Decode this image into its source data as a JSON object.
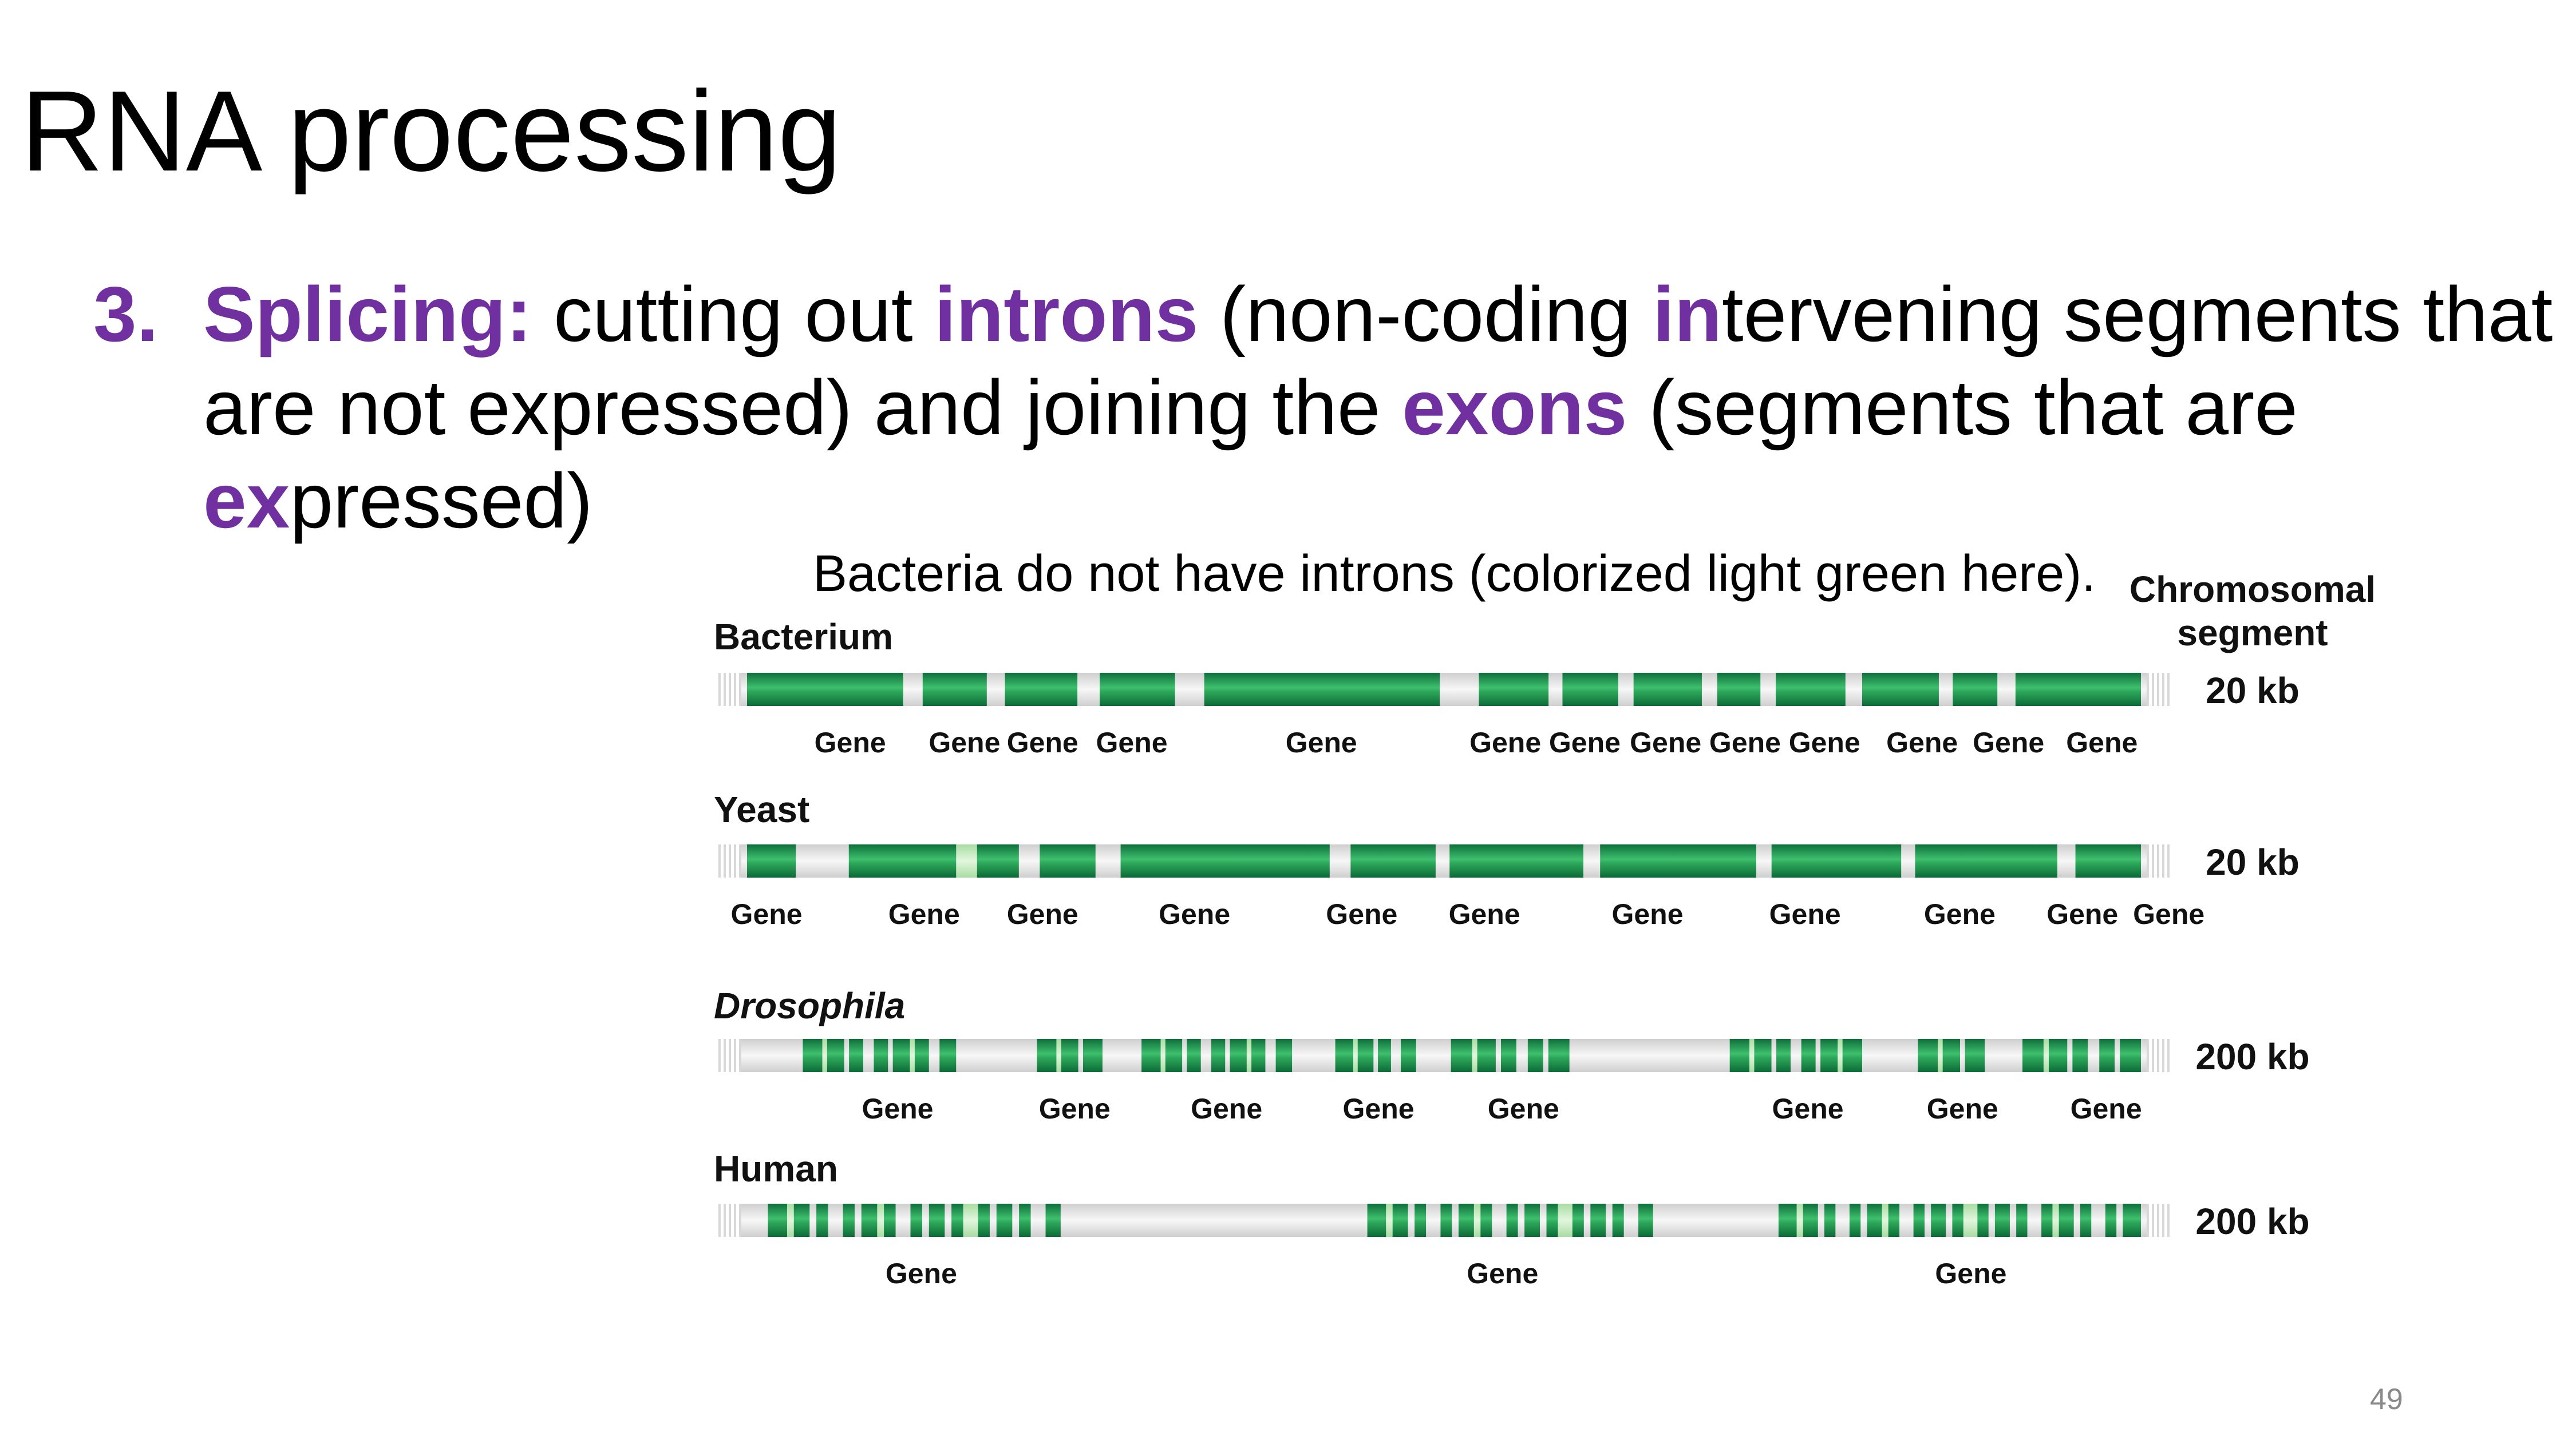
{
  "slide": {
    "title": "RNA processing",
    "bullet": {
      "number": "3.",
      "term": "Splicing:",
      "t1": " cutting out ",
      "introns": "introns",
      "t2": " (non-coding ",
      "in": "in",
      "t3": "tervening segments that are not expressed) and joining the ",
      "exons": "exons",
      "t4": " (segments that are ",
      "ex": "ex",
      "t5": "pressed)"
    },
    "caption": "Bacteria do not have introns (colorized light green here).",
    "page_number": "49"
  },
  "figure": {
    "header": "Chromosomal segment",
    "colors": {
      "exon": "#0b8a45",
      "intron": "#c8ecc4",
      "spacer": "#e6e6e6"
    },
    "rows": [
      {
        "label": "Bacterium",
        "italic": false,
        "size": "20 kb",
        "gene_label": "Gene",
        "blocks": [
          [
            0.0,
            0.112
          ],
          [
            0.126,
            0.172
          ],
          [
            0.185,
            0.237
          ],
          [
            0.253,
            0.307
          ],
          [
            0.328,
            0.497
          ],
          [
            0.525,
            0.575
          ],
          [
            0.585,
            0.625
          ],
          [
            0.636,
            0.685
          ],
          [
            0.696,
            0.727
          ],
          [
            0.738,
            0.788
          ],
          [
            0.8,
            0.855
          ],
          [
            0.865,
            0.897
          ],
          [
            0.91,
            1.0
          ]
        ],
        "gene_x": [
          0.074,
          0.156,
          0.212,
          0.276,
          0.412,
          0.544,
          0.601,
          0.659,
          0.716,
          0.773,
          0.843,
          0.905,
          0.972
        ]
      },
      {
        "label": "Yeast",
        "italic": false,
        "size": "20 kb",
        "gene_label": "Gene",
        "blocks": [
          [
            0.0,
            0.035
          ],
          [
            0.073,
            0.195
          ],
          [
            0.21,
            0.25
          ],
          [
            0.268,
            0.418
          ],
          [
            0.433,
            0.494
          ],
          [
            0.504,
            0.6
          ],
          [
            0.612,
            0.724
          ],
          [
            0.735,
            0.828
          ],
          [
            0.838,
            0.94
          ],
          [
            0.953,
            1.0
          ]
        ],
        "introns": [
          [
            0.15,
            0.165
          ]
        ],
        "gene_x": [
          0.014,
          0.127,
          0.212,
          0.321,
          0.441,
          0.529,
          0.646,
          0.759,
          0.87,
          0.958,
          1.02
        ]
      },
      {
        "label": "Drosophila",
        "italic": true,
        "size": "200 kb",
        "gene_label": "Gene",
        "blocks": [
          [
            0.04,
            0.15
          ],
          [
            0.208,
            0.255
          ],
          [
            0.283,
            0.391
          ],
          [
            0.422,
            0.48
          ],
          [
            0.505,
            0.59
          ],
          [
            0.705,
            0.8
          ],
          [
            0.84,
            0.888
          ],
          [
            0.915,
            1.0
          ]
        ],
        "intron_frac": 0.22,
        "gene_x": [
          0.108,
          0.235,
          0.344,
          0.453,
          0.557,
          0.761,
          0.872,
          0.975
        ]
      },
      {
        "label": "Human",
        "italic": false,
        "size": "200 kb",
        "gene_label": "Gene",
        "blocks": [
          [
            0.015,
            0.225
          ],
          [
            0.445,
            0.65
          ],
          [
            0.74,
            1.0
          ]
        ],
        "intron_frac": 0.3,
        "gene_x": [
          0.125,
          0.542,
          0.878
        ]
      }
    ]
  }
}
